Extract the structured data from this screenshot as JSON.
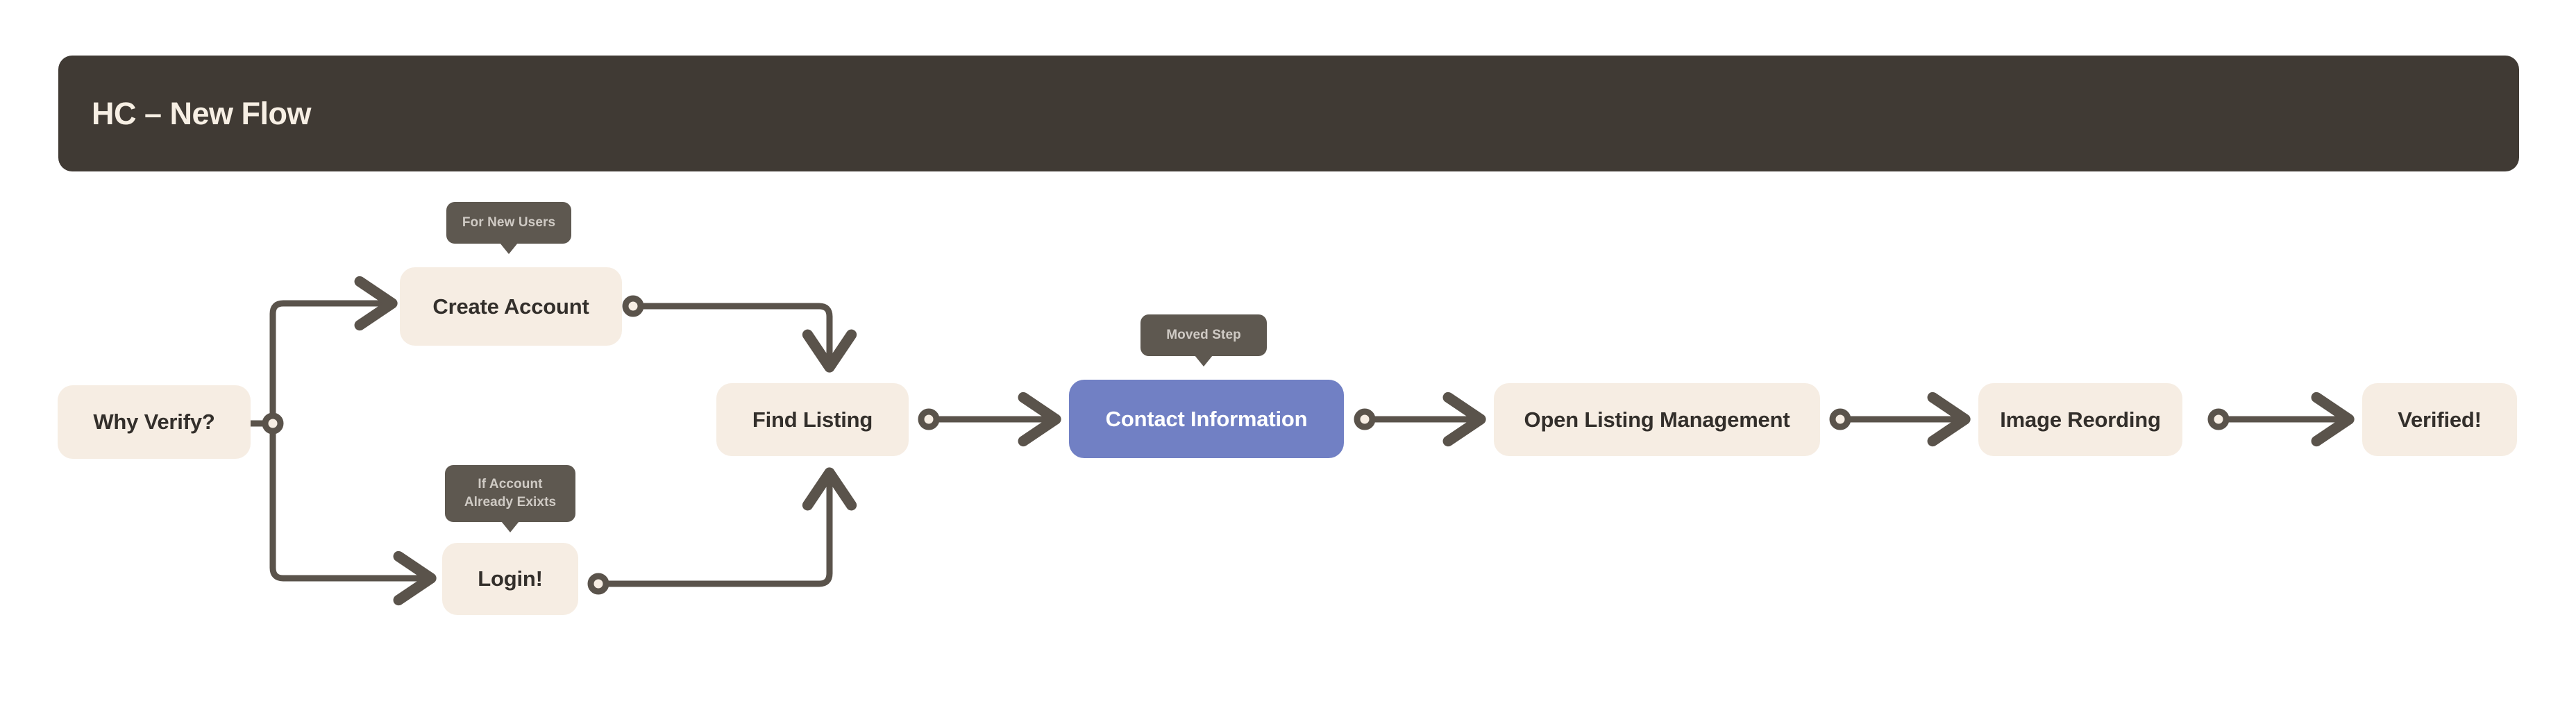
{
  "header": {
    "title": "HC – New Flow",
    "background_color": "#403A34",
    "text_color": "#F7EFE4"
  },
  "theme": {
    "canvas_background": "#FFFFFF",
    "node_fill": "#F6EDE3",
    "node_text": "#332F2B",
    "accent_node_fill": "#7180C4",
    "accent_node_text": "#FFFFFF",
    "connector_color": "#5A534B",
    "tooltip_fill": "#5E5850",
    "tooltip_text": "#CFCAC4"
  },
  "diagram": {
    "nodes": [
      {
        "id": "why-verify",
        "label": "Why Verify?",
        "style": "default"
      },
      {
        "id": "create-account",
        "label": "Create Account",
        "style": "default"
      },
      {
        "id": "login",
        "label": "Login!",
        "style": "default"
      },
      {
        "id": "find-listing",
        "label": "Find Listing",
        "style": "default"
      },
      {
        "id": "contact-information",
        "label": "Contact Information",
        "style": "accent"
      },
      {
        "id": "open-listing-management",
        "label": "Open Listing Management",
        "style": "default"
      },
      {
        "id": "image-reording",
        "label": "Image Reording",
        "style": "default"
      },
      {
        "id": "verified",
        "label": "Verified!",
        "style": "default"
      }
    ],
    "tooltips": [
      {
        "id": "tooltip-create-account",
        "target": "create-account",
        "lines": [
          "For New Users"
        ]
      },
      {
        "id": "tooltip-login",
        "target": "login",
        "lines": [
          "If Account",
          "Already Exixts"
        ]
      },
      {
        "id": "tooltip-contact",
        "target": "contact-information",
        "lines": [
          "Moved Step"
        ]
      }
    ],
    "edges": [
      {
        "from": "why-verify",
        "to": "create-account",
        "marker": "arrow"
      },
      {
        "from": "why-verify",
        "to": "login",
        "marker": "arrow"
      },
      {
        "from": "create-account",
        "to": "find-listing",
        "marker": "arrow"
      },
      {
        "from": "login",
        "to": "find-listing",
        "marker": "arrow"
      },
      {
        "from": "find-listing",
        "to": "contact-information",
        "marker": "arrow"
      },
      {
        "from": "contact-information",
        "to": "open-listing-management",
        "marker": "arrow"
      },
      {
        "from": "open-listing-management",
        "to": "image-reording",
        "marker": "arrow"
      },
      {
        "from": "image-reording",
        "to": "verified",
        "marker": "arrow"
      }
    ]
  },
  "tooltip_text": {
    "create_account_line1": "For New Users",
    "login_line1": "If Account",
    "login_line2": "Already Exixts",
    "contact_line1": "Moved Step"
  },
  "node_labels": {
    "why_verify": "Why Verify?",
    "create_account": "Create Account",
    "login": "Login!",
    "find_listing": "Find Listing",
    "contact_information": "Contact Information",
    "open_listing_management": "Open Listing Management",
    "image_reording": "Image Reording",
    "verified": "Verified!"
  }
}
